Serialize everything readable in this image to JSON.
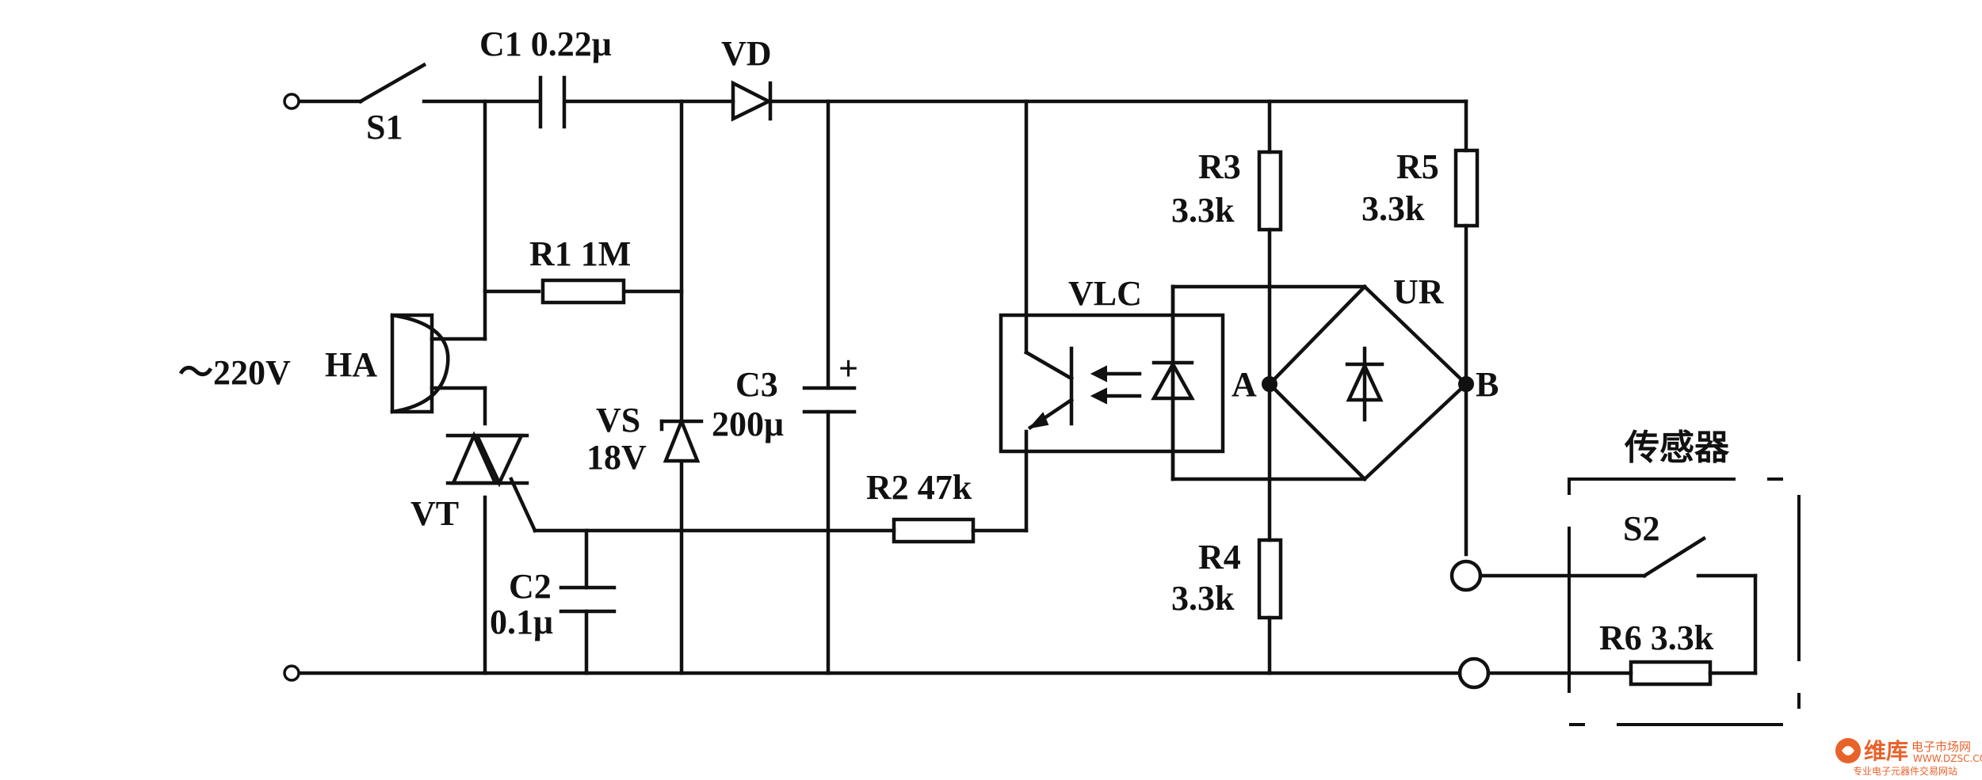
{
  "diagram": {
    "labels": {
      "s1": "S1",
      "c1": "C1 0.22μ",
      "vd": "VD",
      "r1": "R1 1M",
      "ac": "～220V",
      "ha": "HA",
      "vs_name": "VS",
      "vs_val": "18V",
      "c3_name": "C3",
      "c3_val": "200μ",
      "plus": "+",
      "vt": "VT",
      "c2_name": "C2",
      "c2_val": "0.1μ",
      "r2": "R2 47k",
      "vlc": "VLC",
      "r3_name": "R3",
      "r3_val": "3.3k",
      "r5_name": "R5",
      "r5_val": "3.3k",
      "ur": "UR",
      "node_a": "A",
      "node_b": "B",
      "r4_name": "R4",
      "r4_val": "3.3k",
      "sensor": "传感器",
      "s2": "S2",
      "r6": "R6 3.3k"
    },
    "watermark": {
      "brand": "维库",
      "tagline": "电子市场网",
      "url": "WWW.DZSC.COM",
      "slogan": "专业电子元器件交易网站"
    }
  }
}
